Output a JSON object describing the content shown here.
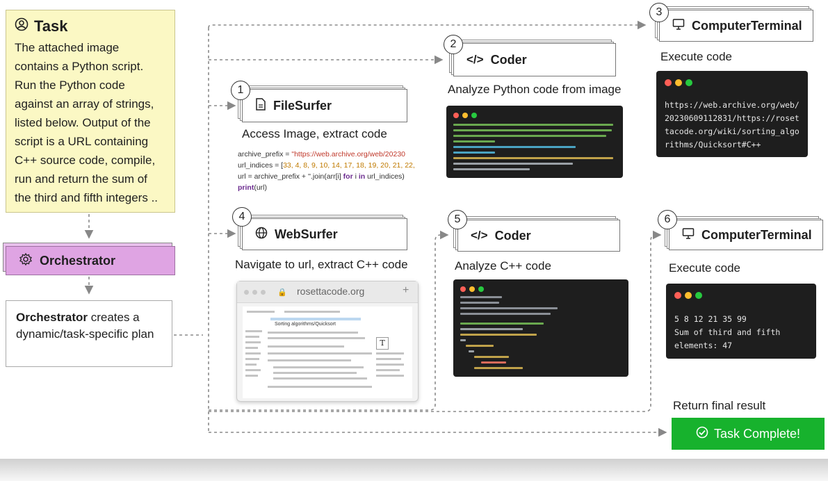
{
  "task": {
    "title": "Task",
    "text": "The attached image contains a Python script. Run the Python code against an array of strings, listed below. Output of the script is a URL containing C++ source code, compile, run and return the sum of the third and fifth integers .."
  },
  "orchestrator": {
    "label": "Orchestrator",
    "plan_bold": "Orchestrator",
    "plan_rest": " creates a dynamic/task-specific plan"
  },
  "steps": [
    {
      "num": "1",
      "agent": "FileSurfer",
      "icon": "file-icon",
      "caption": "Access Image, extract code"
    },
    {
      "num": "2",
      "agent": "Coder",
      "icon": "code-icon",
      "caption": "Analyze  Python code from image"
    },
    {
      "num": "3",
      "agent": "ComputerTerminal",
      "icon": "monitor-icon",
      "caption": "Execute code"
    },
    {
      "num": "4",
      "agent": "WebSurfer",
      "icon": "globe-icon",
      "caption": "Navigate to url, extract C++ code"
    },
    {
      "num": "5",
      "agent": "Coder",
      "icon": "code-icon",
      "caption": "Analyze C++ code"
    },
    {
      "num": "6",
      "agent": "ComputerTerminal",
      "icon": "monitor-icon",
      "caption": "Execute code"
    }
  ],
  "snippet": {
    "line1_var": "archive_prefix = ",
    "line1_str": "\"https://web.archive.org/web/20230",
    "line2_var": "url_indices = [",
    "line2_nums": "33, 4, 8, 9, 10, 14, 17, 18, 19, 20, 21, 22,",
    "line3_a": "url = archive_prefix + ''.join(arr[i] ",
    "line3_for": "for",
    "line3_b": " i ",
    "line3_in": "in",
    "line3_c": " url_indices)",
    "line4_print": "print",
    "line4_rest": "(url)"
  },
  "terminal3": {
    "output": "https://web.archive.org/web/\n20230609112831/https://roset\ntacode.org/wiki/sorting_algo\nrithms/Quicksort#C++"
  },
  "terminal6": {
    "output": "5 8 12 21 35 99\nSum of third and fifth\nelements: 47"
  },
  "browser": {
    "url": "rosettacode.org",
    "page_heading": "Sorting algorithms/Quicksort"
  },
  "result": {
    "label": "Return final result",
    "complete": "Task Complete!"
  },
  "colors": {
    "task_bg": "#fbf8c4",
    "orchestrator_bg": "#dfa4e3",
    "complete_bg": "#17b22d",
    "terminal_bg": "#1e1e1e"
  }
}
